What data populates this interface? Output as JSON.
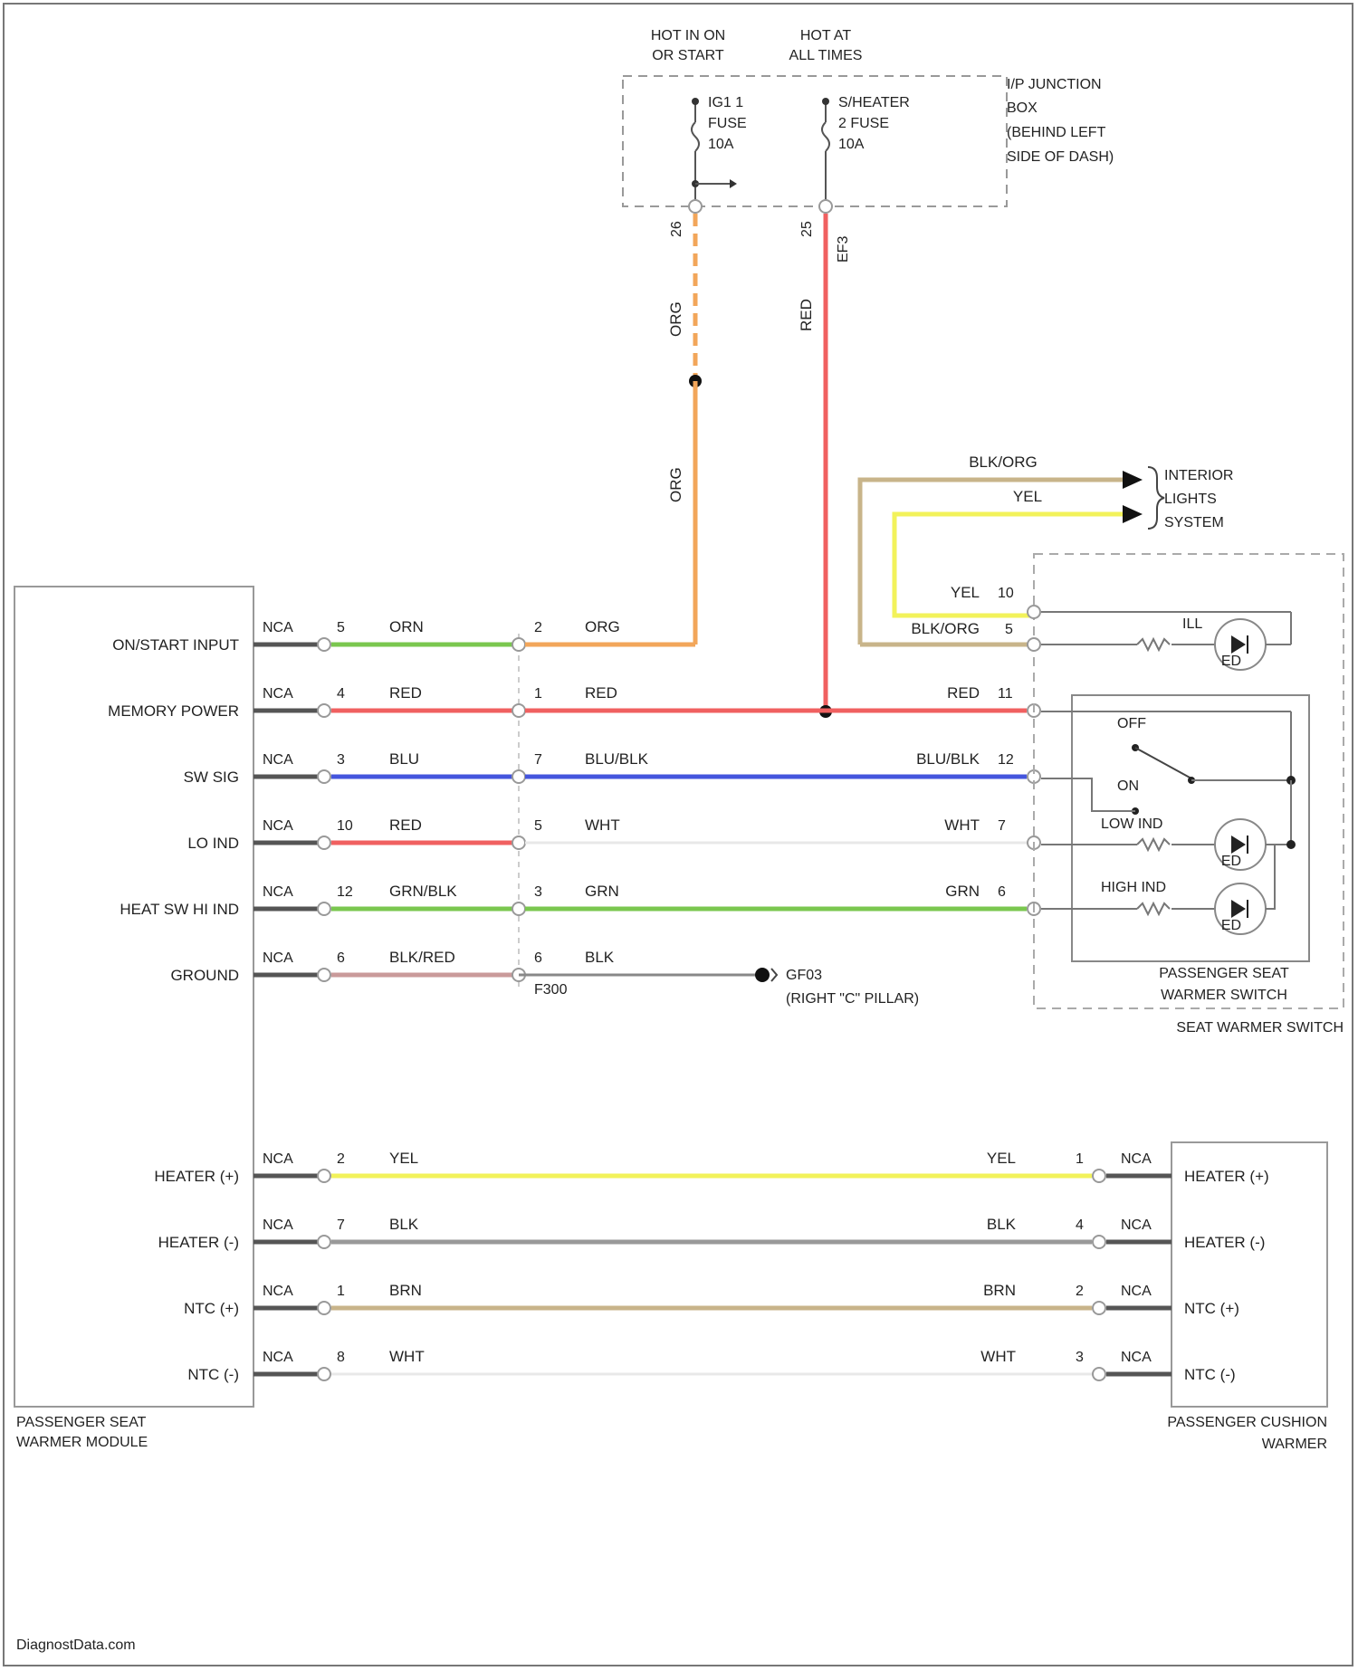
{
  "power": {
    "hot_run": [
      "HOT IN ON",
      "OR START"
    ],
    "hot_always": [
      "HOT AT",
      "ALL TIMES"
    ],
    "fuse_ign": [
      "IG1 1",
      "FUSE",
      "10A"
    ],
    "fuse_heater": [
      "S/HEATER",
      "2 FUSE",
      "10A"
    ],
    "junction_box": [
      "I/P JUNCTION",
      "BOX",
      "(BEHIND LEFT",
      "SIDE OF DASH)"
    ],
    "pin_ign": "26",
    "pin_heater": "25",
    "conn_heater": "EF3",
    "wire_orn_1": "ORG",
    "wire_orn_2": "ORG",
    "wire_red": "RED"
  },
  "interior": {
    "label": [
      "INTERIOR",
      "LIGHTS",
      "SYSTEM"
    ],
    "wire_top": "BLK/ORG",
    "wire_yel": "YEL"
  },
  "module": {
    "name": [
      "PASSENGER SEAT",
      "WARMER MODULE"
    ],
    "rows": [
      {
        "label": "ON/START INPUT",
        "nca": "NCA",
        "pin": "5",
        "wire": "ORN",
        "pin2": "2",
        "wire2": "ORG",
        "color": "#7ac74f",
        "color2": "#f2a65a"
      },
      {
        "label": "MEMORY POWER",
        "nca": "NCA",
        "pin": "4",
        "wire": "RED",
        "pin2": "1",
        "wire2": "RED",
        "right_wire": "RED",
        "right_pin": "11",
        "color": "#f06060",
        "color2": "#f06060"
      },
      {
        "label": "SW SIG",
        "nca": "NCA",
        "pin": "3",
        "wire": "BLU",
        "pin2": "7",
        "wire2": "BLU/BLK",
        "right_wire": "BLU/BLK",
        "right_pin": "12",
        "color": "#4455dd",
        "color2": "#4455dd"
      },
      {
        "label": "LO IND",
        "nca": "NCA",
        "pin": "10",
        "wire": "RED",
        "pin2": "5",
        "wire2": "WHT",
        "right_wire": "WHT",
        "right_pin": "7",
        "color": "#f06060",
        "color2": "#e8e8e8"
      },
      {
        "label": "HEAT SW HI IND",
        "nca": "NCA",
        "pin": "12",
        "wire": "GRN/BLK",
        "pin2": "3",
        "wire2": "GRN",
        "right_wire": "GRN",
        "right_pin": "6",
        "color": "#7ac74f",
        "color2": "#7ac74f"
      },
      {
        "label": "GROUND",
        "nca": "NCA",
        "pin": "6",
        "wire": "BLK/RED",
        "pin2": "6",
        "wire2": "BLK",
        "color": "#c99a9a",
        "color2": "#888888"
      }
    ],
    "ground": [
      "GF03",
      "(RIGHT \"C\" PILLAR)"
    ],
    "connector": "F300"
  },
  "switch": {
    "yel_wire": "YEL",
    "yel_pin": "10",
    "blk_wire": "BLK/ORG",
    "blk_pin": "5",
    "ill": "ILL",
    "off": "OFF",
    "on": "ON",
    "low": "LOW IND",
    "high": "HIGH IND",
    "inner_name": [
      "PASSENGER SEAT",
      "WARMER SWITCH"
    ],
    "outer_name": "SEAT WARMER SWITCH",
    "led": "ED"
  },
  "cushion": {
    "name": [
      "PASSENGER CUSHION",
      "WARMER"
    ],
    "rows": [
      {
        "left_label": "HEATER (+)",
        "nca": "NCA",
        "pin": "2",
        "wire": "YEL",
        "r_wire": "YEL",
        "r_pin": "1",
        "r_nca": "NCA",
        "right_label": "HEATER (+)",
        "color": "#f2f25a"
      },
      {
        "left_label": "HEATER (-)",
        "nca": "NCA",
        "pin": "7",
        "wire": "BLK",
        "r_wire": "BLK",
        "r_pin": "4",
        "r_nca": "NCA",
        "right_label": "HEATER (-)",
        "color": "#999999"
      },
      {
        "left_label": "NTC (+)",
        "nca": "NCA",
        "pin": "1",
        "wire": "BRN",
        "r_wire": "BRN",
        "r_pin": "2",
        "r_nca": "NCA",
        "right_label": "NTC (+)",
        "color": "#c8b48a"
      },
      {
        "left_label": "NTC (-)",
        "nca": "NCA",
        "pin": "8",
        "wire": "WHT",
        "r_wire": "WHT",
        "r_pin": "3",
        "r_nca": "NCA",
        "right_label": "NTC (-)",
        "color": "#e8e8e8"
      }
    ]
  },
  "footer": "DiagnostData.com"
}
